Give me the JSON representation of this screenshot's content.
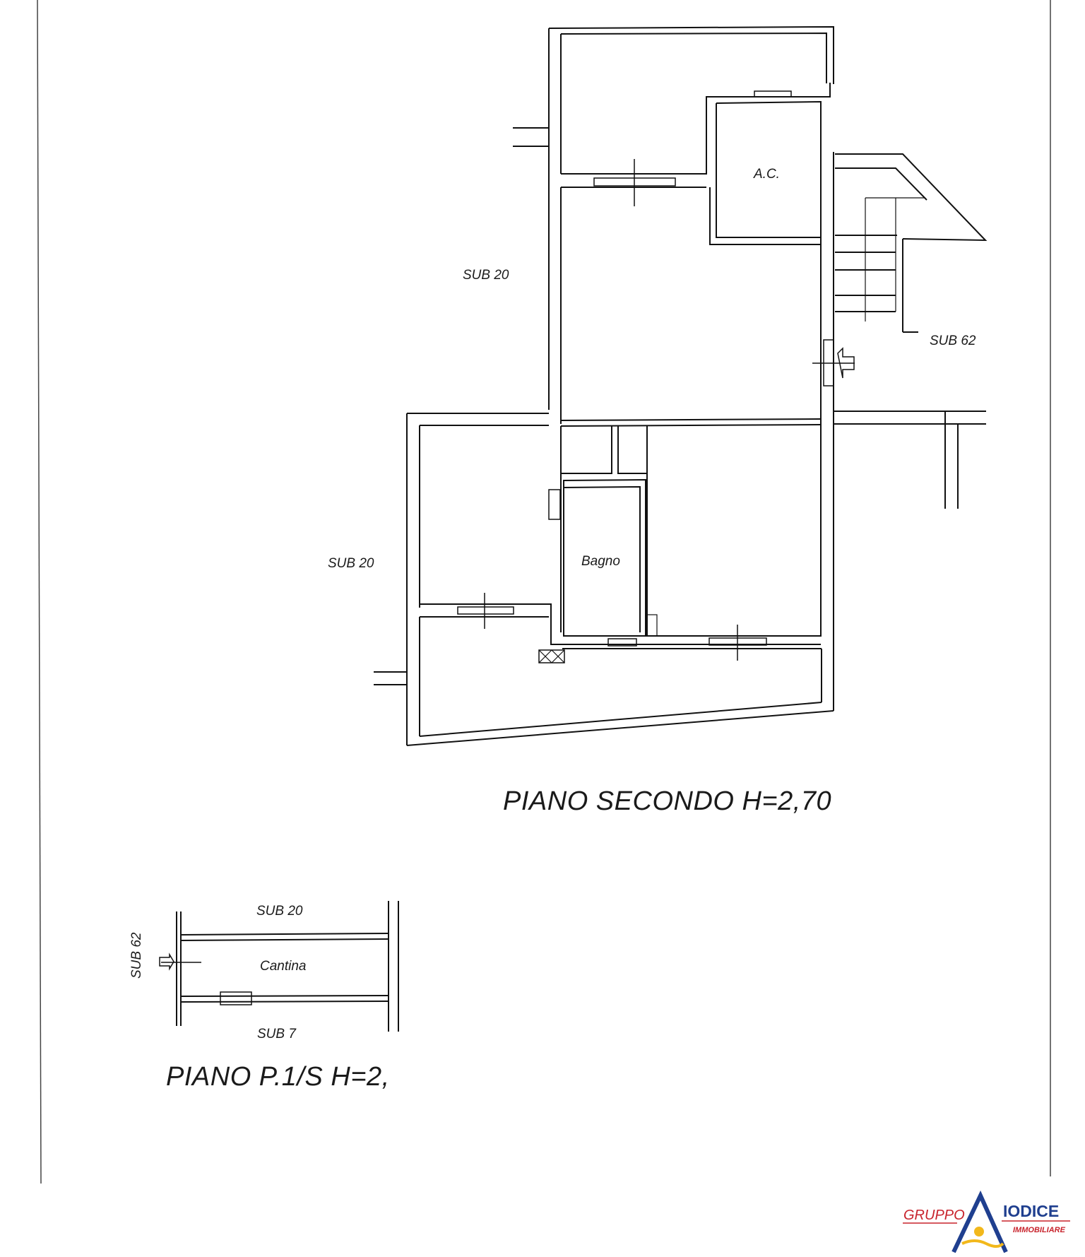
{
  "floor_plan": {
    "second_floor": {
      "title": "PIANO SECONDO H=2,70",
      "rooms": [
        "A.C.",
        "Bagno"
      ],
      "neighbors": [
        "SUB 20",
        "SUB 20",
        "SUB 62"
      ]
    },
    "basement": {
      "title": "PIANO P.1/S H=2,",
      "room": "Cantina",
      "neighbors": [
        "SUB 20",
        "SUB 7",
        "SUB 62"
      ]
    }
  },
  "logo": {
    "gruppo": "GRUPPO",
    "iodice": "IODICE",
    "immobiliare": "IMMOBILIARE",
    "colors": {
      "red": "#c8232c",
      "blue": "#1f3f8f",
      "yellow": "#f2b81b"
    }
  }
}
